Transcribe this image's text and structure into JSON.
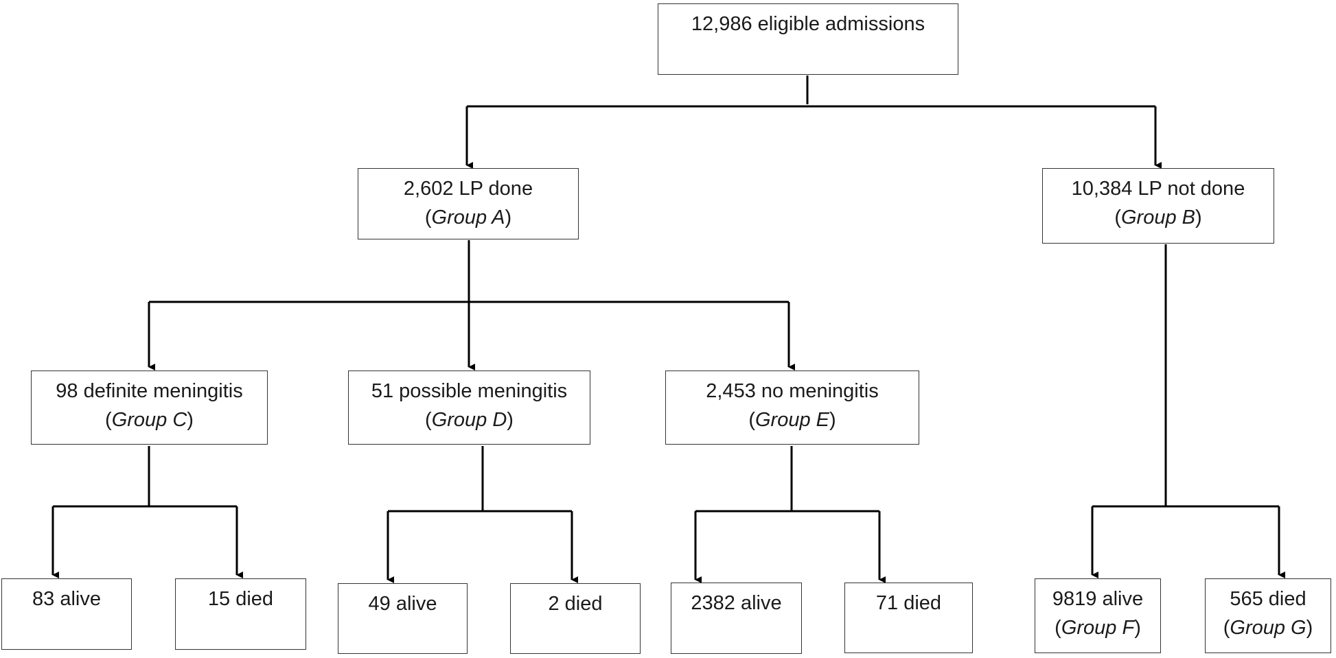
{
  "flowchart": {
    "root": {
      "line1": "12,986 eligible admissions"
    },
    "group_a": {
      "line1": "2,602 LP done",
      "open": "(",
      "group": "Group A",
      "close": ")"
    },
    "group_b": {
      "line1": "10,384 LP not done",
      "open": "(",
      "group": "Group B",
      "close": ")"
    },
    "group_c": {
      "line1": "98 definite meningitis",
      "open": "(",
      "group": "Group C",
      "close": ")"
    },
    "group_d": {
      "line1": "51 possible meningitis",
      "open": "(",
      "group": "Group D",
      "close": ")"
    },
    "group_e": {
      "line1": "2,453 no meningitis",
      "open": "(",
      "group": "Group E",
      "close": ")"
    },
    "c_alive": {
      "line1": "83 alive"
    },
    "c_died": {
      "line1": "15 died"
    },
    "d_alive": {
      "line1": "49 alive"
    },
    "d_died": {
      "line1": "2 died"
    },
    "e_alive": {
      "line1": "2382 alive"
    },
    "e_died": {
      "line1": "71 died"
    },
    "b_alive": {
      "line1": "9819 alive",
      "open": "(",
      "group": "Group F",
      "close": ")"
    },
    "b_died": {
      "line1": "565 died",
      "open": "(",
      "group": "Group G",
      "close": ")"
    }
  },
  "colors": {
    "line": "#000000",
    "border": "#333333",
    "text": "#1a1a1a"
  }
}
